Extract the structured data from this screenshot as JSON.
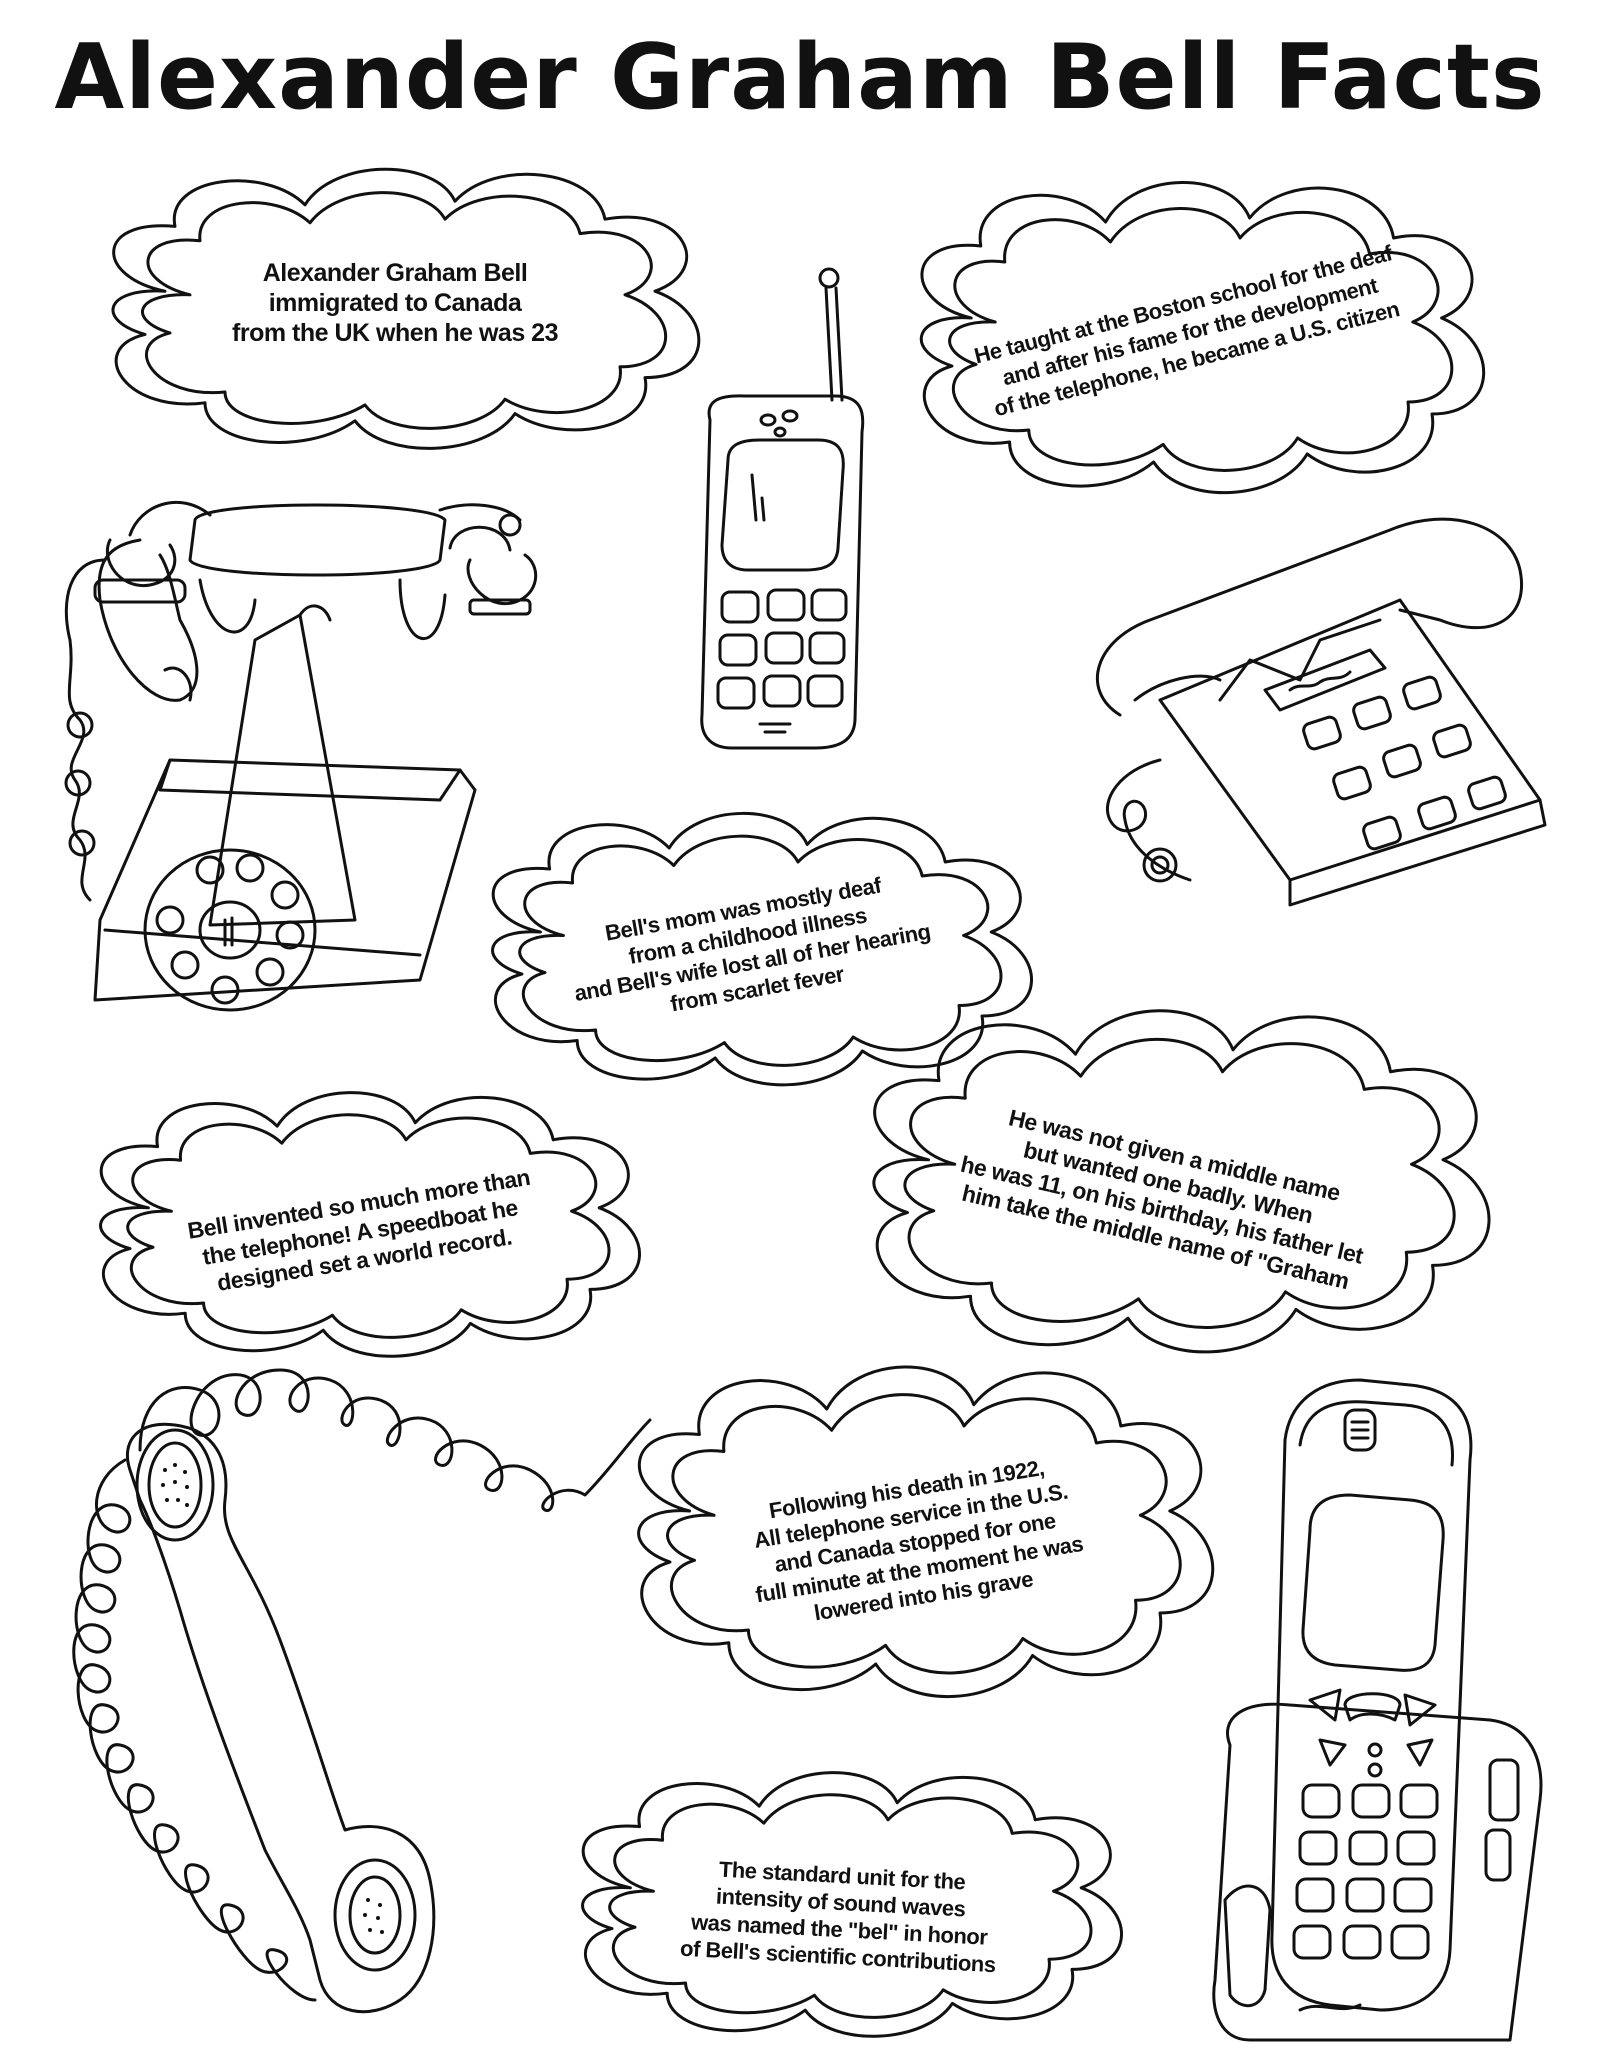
{
  "title": "Alexander Graham Bell Facts",
  "facts": [
    {
      "lines": [
        "Alexander Graham Bell",
        "immigrated to Canada",
        "from the UK when he was 23"
      ]
    },
    {
      "lines": [
        "He taught at the Boston school for the deaf",
        "and after his fame for  the development",
        "of the telephone, he became a U.S. citizen"
      ]
    },
    {
      "lines": [
        "Bell's mom was mostly deaf",
        "from a childhood illness",
        "and Bell's wife lost all of her hearing",
        "from scarlet fever"
      ]
    },
    {
      "lines": [
        "Bell invented so much more than",
        "the telephone! A speedboat he",
        "designed set a world record."
      ]
    },
    {
      "lines": [
        "He was not given a middle name",
        "but wanted one badly. When",
        "he was 11, on his birthday, his father let",
        "him take the middle name of \"Graham"
      ]
    },
    {
      "lines": [
        "Following his death in 1922,",
        "All telephone service in the U.S.",
        "and Canada stopped for one",
        "full minute at the moment he was",
        "lowered into his grave"
      ]
    },
    {
      "lines": [
        "The standard unit for the",
        "intensity of sound waves",
        "was named the \"bel\" in honor",
        "of Bell's scientific contributions"
      ]
    }
  ],
  "illustrations": [
    "cell-phone-icon",
    "antique-telephone-icon",
    "desk-telephone-icon",
    "corded-handset-icon",
    "cordless-phone-icon"
  ],
  "colors": {
    "ink": "#111111",
    "paper": "#ffffff"
  }
}
